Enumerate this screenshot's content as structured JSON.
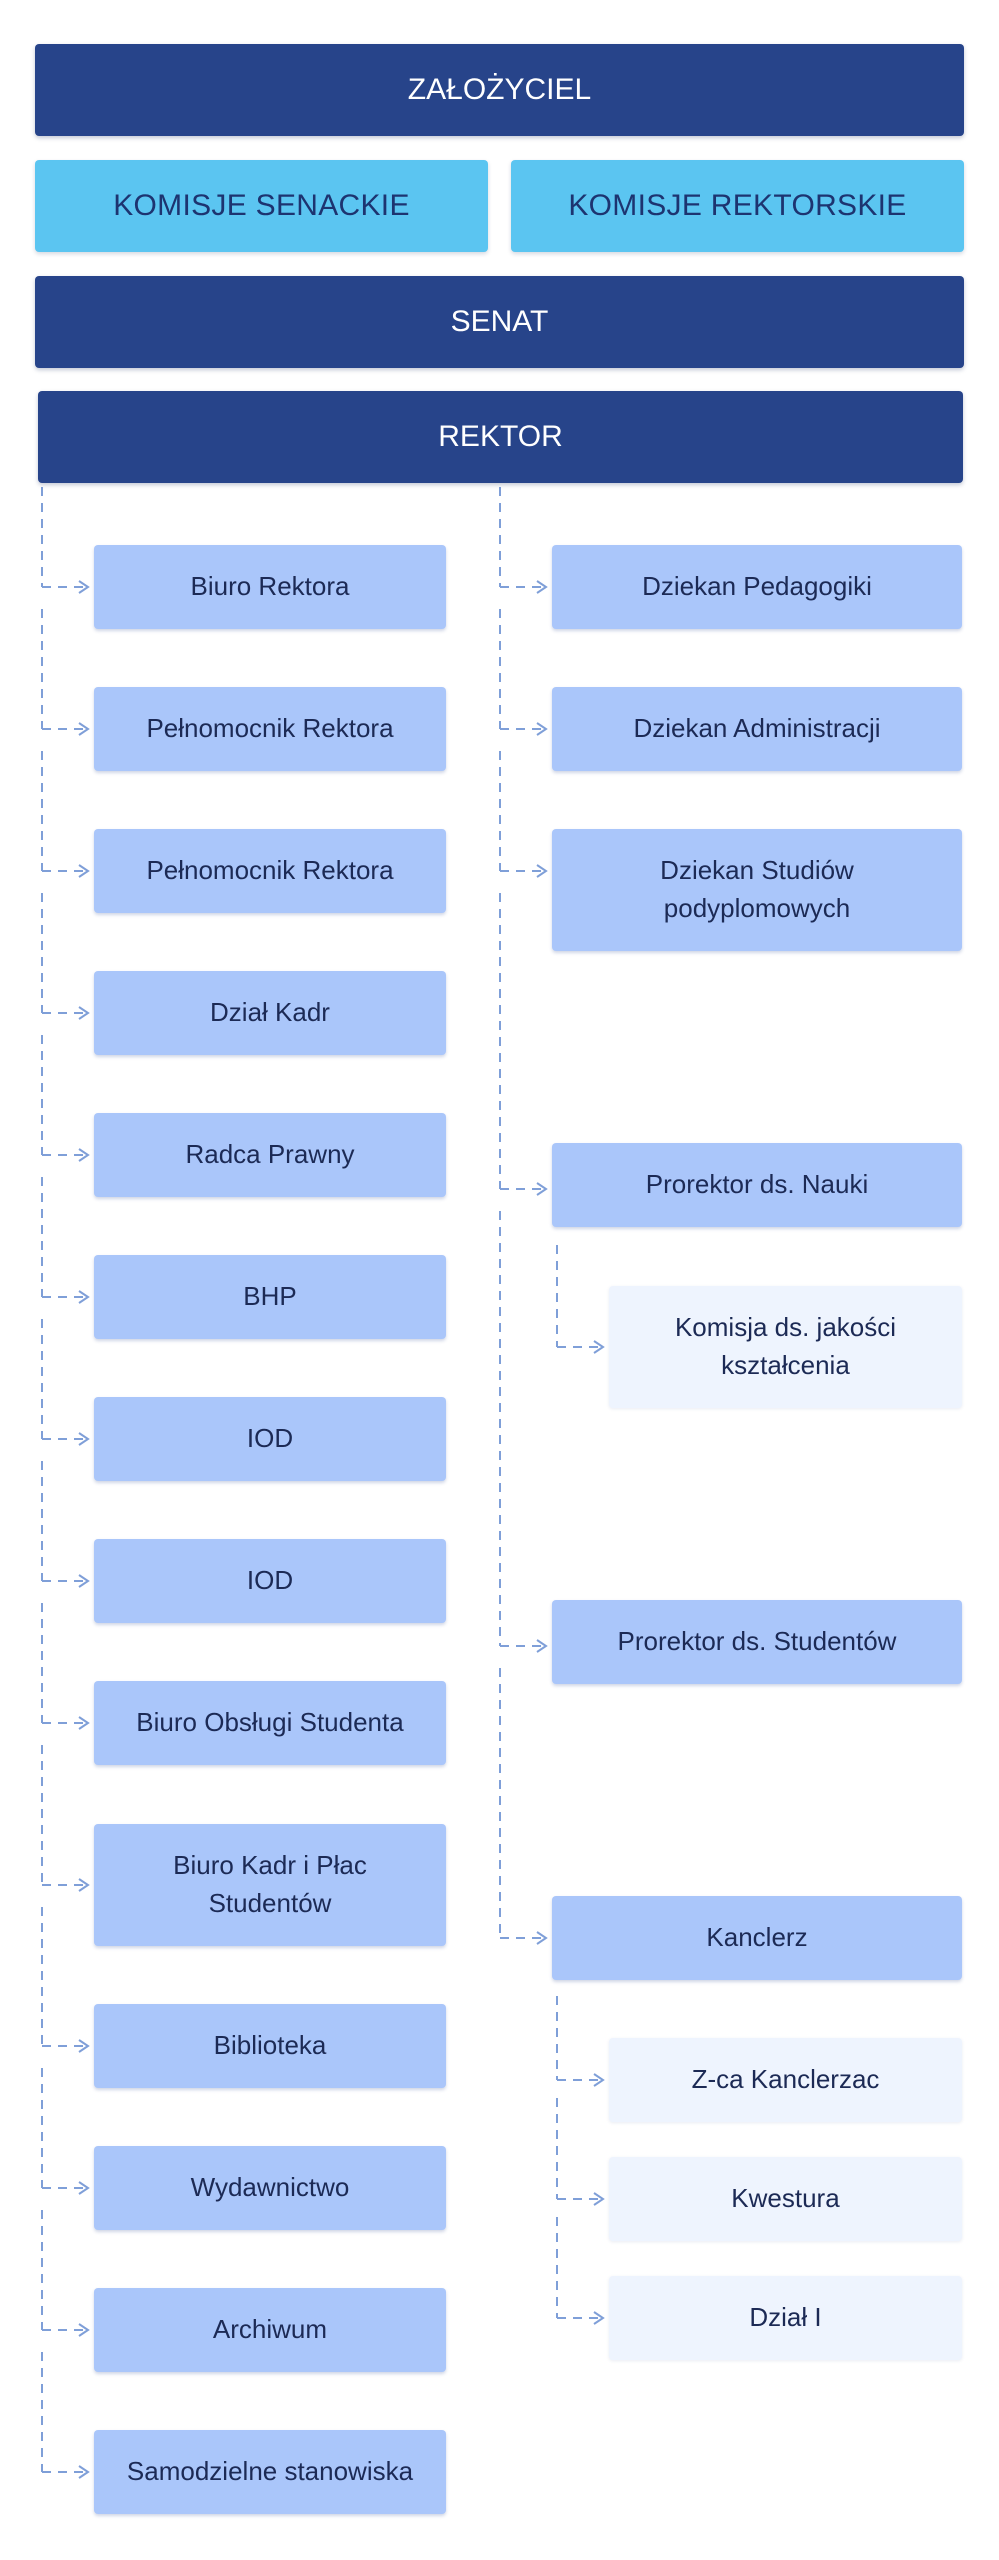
{
  "colors": {
    "dark_box": "#27448a",
    "commission_box": "#5bc5f1",
    "unit_box": "#aac6fa",
    "sub_unit_box": "#eef4fe",
    "connector": "#7f9fd8"
  },
  "top": {
    "founder": "ZAŁOŻYCIEL",
    "senate_commissions": "KOMISJE  SENACKIE",
    "rector_commissions": "KOMISJE REKTORSKIE",
    "senate": "SENAT",
    "rector": "REKTOR"
  },
  "left_units": [
    "Biuro Rektora",
    "Pełnomocnik Rektora",
    "Pełnomocnik Rektora",
    "Dział Kadr",
    "Radca Prawny",
    "BHP",
    "IOD",
    "IOD",
    "Biuro Obsługi Studenta",
    "Biuro Kadr i Płac\nStudentów",
    "Biblioteka",
    "Wydawnictwo",
    "Archiwum",
    "Samodzielne stanowiska"
  ],
  "right_units": {
    "deans": [
      "Dziekan Pedagogiki",
      "Dziekan Administracji",
      "Dziekan Studiów\npodyplomowych"
    ],
    "prorector_science": "Prorektor ds. Nauki",
    "quality_commission": "Komisja ds. jakości\nkształcenia",
    "prorector_students": "Prorektor ds. Studentów",
    "chancellor": "Kanclerz",
    "chancellor_units": [
      "Z-ca Kanclerzac",
      "Kwestura",
      "Dział I"
    ]
  }
}
